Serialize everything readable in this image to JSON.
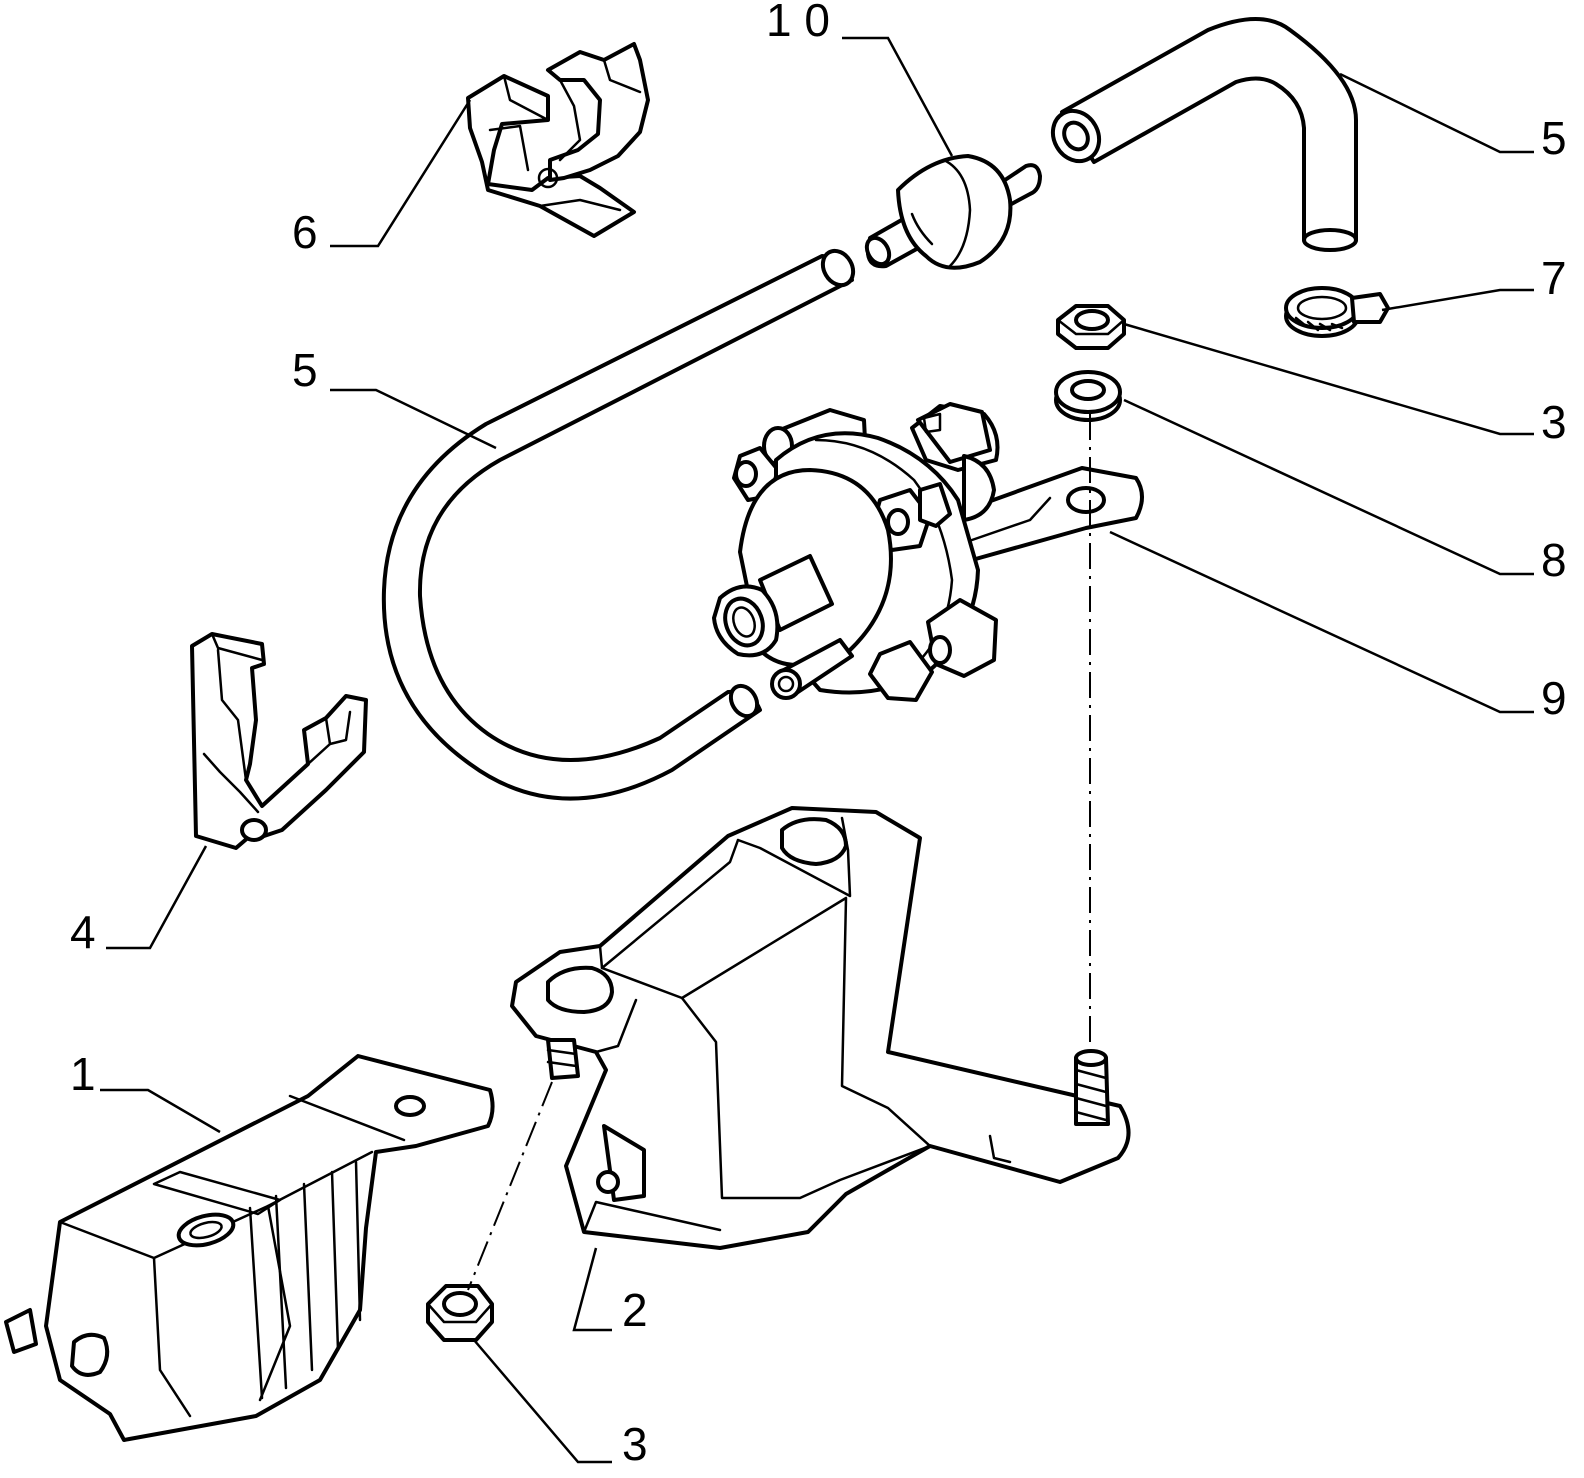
{
  "callouts": {
    "c1": "1",
    "c2": "2",
    "c3_top": "3",
    "c3_bottom": "3",
    "c4": "4",
    "c5_top": "5",
    "c5_left": "5",
    "c6": "6",
    "c7": "7",
    "c8": "8",
    "c9": "9",
    "c10": "1 0"
  }
}
